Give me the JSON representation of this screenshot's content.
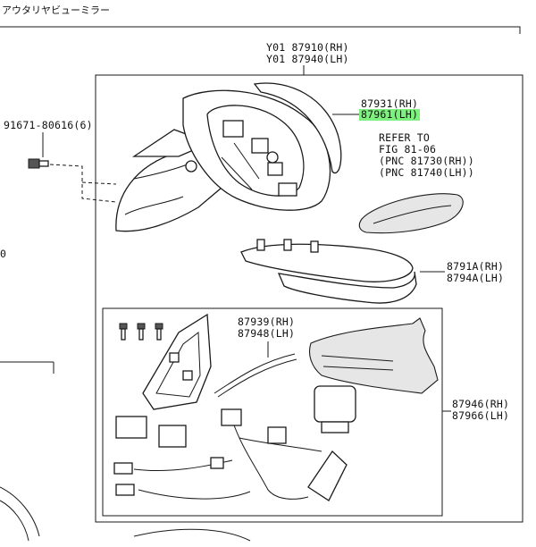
{
  "title_jp": "アウタリヤビューミラー",
  "labels": {
    "assy_rh": "Y01 87910(RH)",
    "assy_lh": "Y01 87940(LH)",
    "bolt": "91671-80616(6)",
    "left_edge": "0",
    "cover_rh": "87931(RH)",
    "cover_lh": "87961(LH)",
    "refer_1": "REFER TO",
    "refer_2": "FIG 81-06",
    "refer_3": "(PNC 81730(RH))",
    "refer_4": "(PNC 81740(LH))",
    "mirror_rh": "8791A(RH)",
    "mirror_lh": "8794A(LH)",
    "wire_rh": "87939(RH)",
    "wire_lh": "87948(LH)",
    "sub_rh": "87946(RH)",
    "sub_lh": "87966(LH)"
  },
  "highlight_color": "#7ef07e"
}
